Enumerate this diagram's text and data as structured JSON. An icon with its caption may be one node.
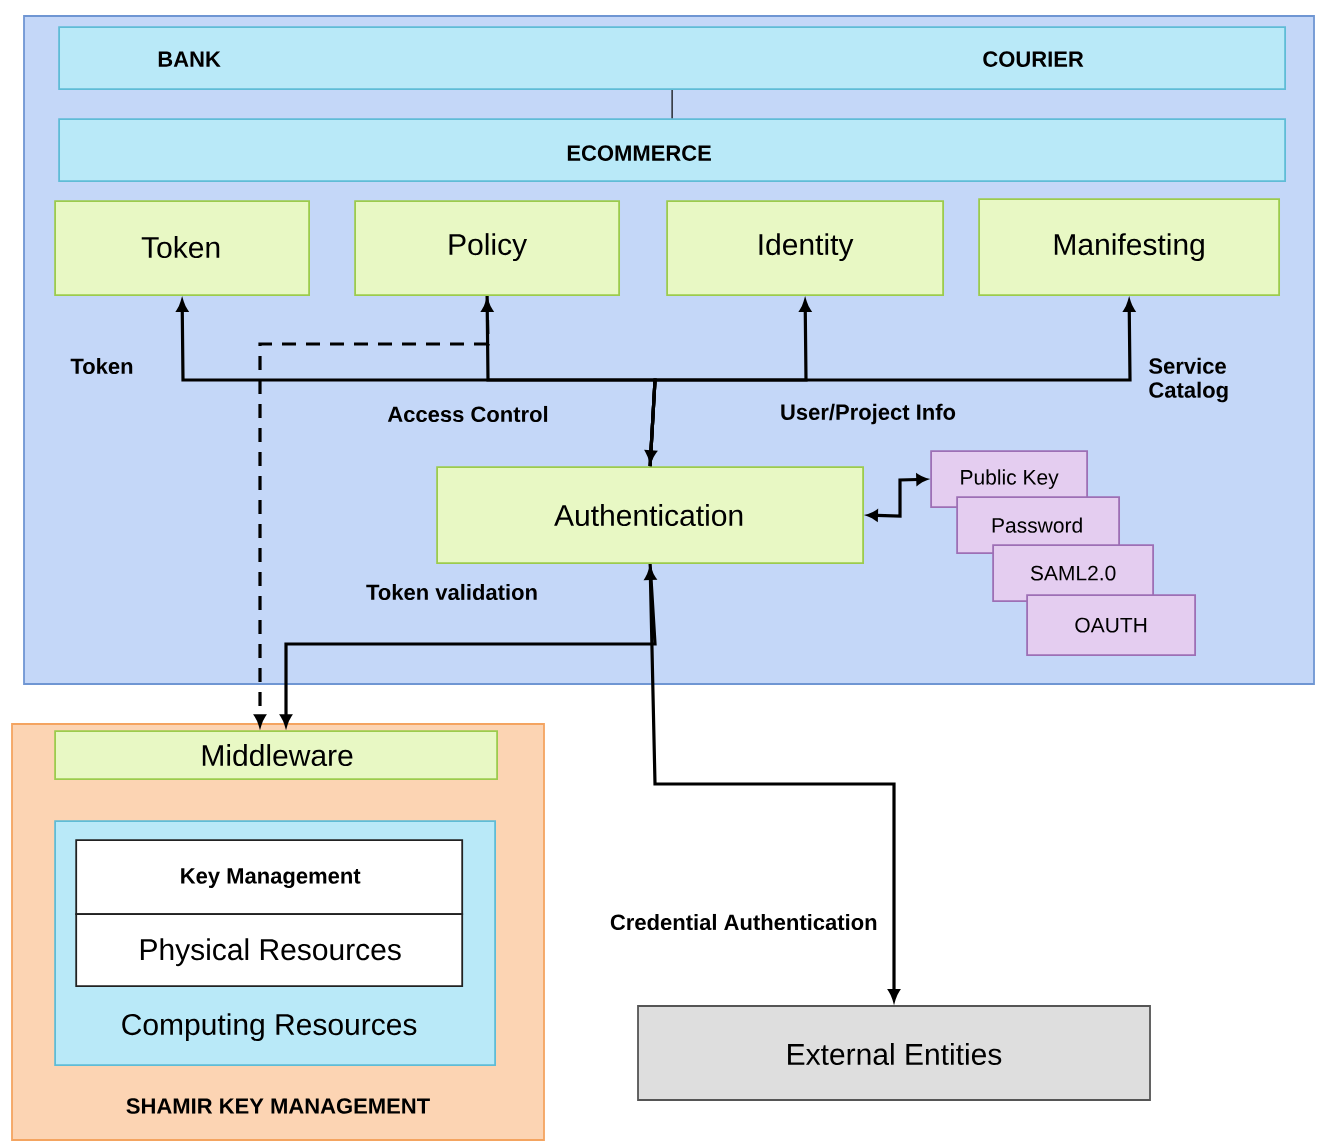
{
  "diagram": {
    "nodes": [
      {
        "text": [],
        "shape": "box"
      },
      {
        "text": [
          "BANK",
          "COURIER"
        ],
        "in": 0
      },
      {
        "text": [
          "ECOMMERCE"
        ],
        "in": 0
      },
      {
        "text": [
          "Token"
        ],
        "in": 0
      },
      {
        "text": [
          "Policy"
        ],
        "in": 0
      },
      {
        "text": [
          "Identity"
        ],
        "in": 0
      },
      {
        "text": [
          "Manifesting"
        ],
        "in": 0
      },
      {
        "text": [
          "Authentication"
        ],
        "in": 0
      },
      {
        "text": [
          "Public Key"
        ],
        "in": 0
      },
      {
        "text": [
          "Password"
        ],
        "in": 0
      },
      {
        "text": [
          "SAML2.0"
        ],
        "in": 0
      },
      {
        "text": [
          "OAUTH"
        ],
        "in": 0
      },
      {
        "text": [
          "SHAMIR KEY MANAGEMENT"
        ]
      },
      {
        "text": [
          "Middleware"
        ],
        "in": 12
      },
      {
        "text": [
          "Computing Resources"
        ],
        "in": 12
      },
      {
        "text": [
          "Key Management"
        ],
        "in": 14
      },
      {
        "text": [
          "Physical Resources"
        ],
        "in": 14
      },
      {
        "text": [
          "External Entities"
        ]
      }
    ],
    "edges": [
      {
        "from": 1,
        "to": 2,
        "arrow": "none"
      },
      {
        "from": 7,
        "to": 3,
        "arrow": "to",
        "label": "Token"
      },
      {
        "from": 7,
        "to": 4,
        "arrow": "both",
        "label": "Access Control"
      },
      {
        "from": 7,
        "to": 5,
        "arrow": "to",
        "label": "User/Project Info"
      },
      {
        "from": 7,
        "to": 6,
        "arrow": "to",
        "label": "Service Catalog"
      },
      {
        "from": 7,
        "to": 8,
        "arrow": "both"
      },
      {
        "from": 4,
        "to": 13,
        "arrow": "to",
        "style": "dashed"
      },
      {
        "from": 7,
        "to": 13,
        "arrow": "to",
        "label": "Token validation"
      },
      {
        "from": 17,
        "to": 7,
        "arrow": "both",
        "label": "Credential Authentication"
      }
    ]
  }
}
